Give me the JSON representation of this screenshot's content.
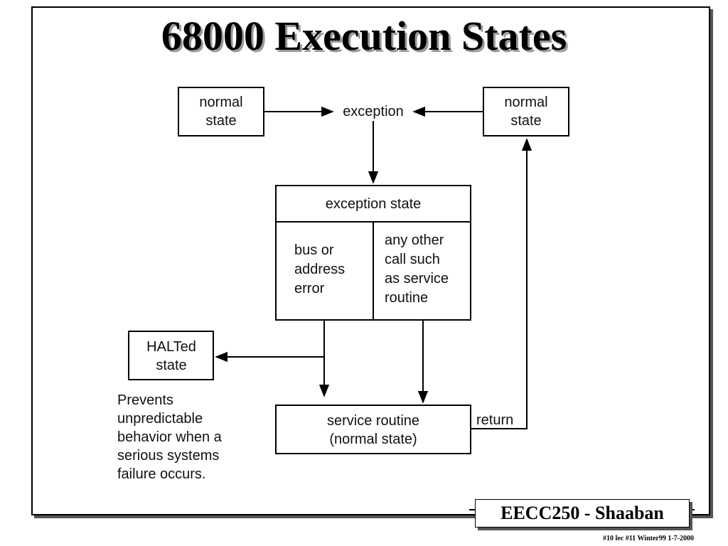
{
  "title": "68000 Execution States",
  "nodes": {
    "normal_left": [
      "normal",
      "state"
    ],
    "normal_right": [
      "normal",
      "state"
    ],
    "exception": "exception",
    "exception_state": "exception state",
    "bus_error": [
      "bus or",
      "address",
      "error"
    ],
    "other_call": [
      "any other",
      "call such",
      "as service",
      "routine"
    ],
    "halted": [
      "HALTed",
      "state"
    ],
    "service": [
      "service routine",
      "(normal state)"
    ]
  },
  "edge_labels": {
    "return": "return"
  },
  "note": [
    "Prevents",
    "unpredictable",
    "behavior when a",
    "serious systems",
    "failure occurs."
  ],
  "footer": {
    "label": "EECC250 - Shaaban",
    "footnote": "#10  lec #11  Winter99  1-7-2000"
  }
}
